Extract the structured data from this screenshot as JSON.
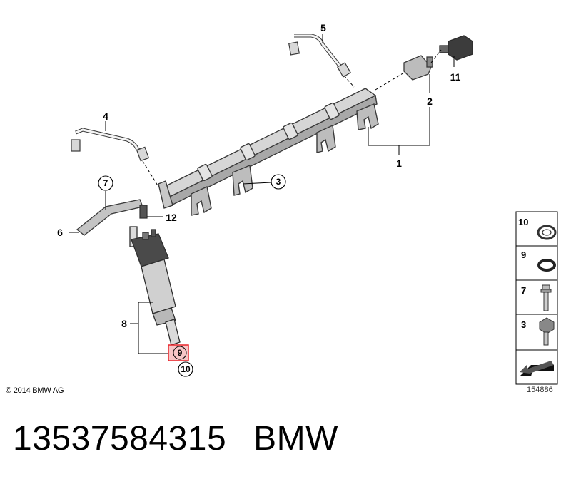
{
  "diagram": {
    "callouts": {
      "c1": "1",
      "c2": "2",
      "c3": "3",
      "c4": "4",
      "c5": "5",
      "c6": "6",
      "c7": "7",
      "c8": "8",
      "c9": "9",
      "c10": "10",
      "c11": "11",
      "c12": "12"
    },
    "highlighted_callout": "9",
    "highlight_color": "#e8262c",
    "legend": [
      {
        "num": "10",
        "icon": "retaining-ring-icon"
      },
      {
        "num": "9",
        "icon": "seal-ring-icon"
      },
      {
        "num": "7",
        "icon": "stud-bolt-icon"
      },
      {
        "num": "3",
        "icon": "hex-bolt-icon"
      }
    ],
    "copyright": "© 2014 BMW AG",
    "diagram_number": "154886"
  },
  "footer": {
    "part_number": "13537584315",
    "brand": "BMW"
  }
}
